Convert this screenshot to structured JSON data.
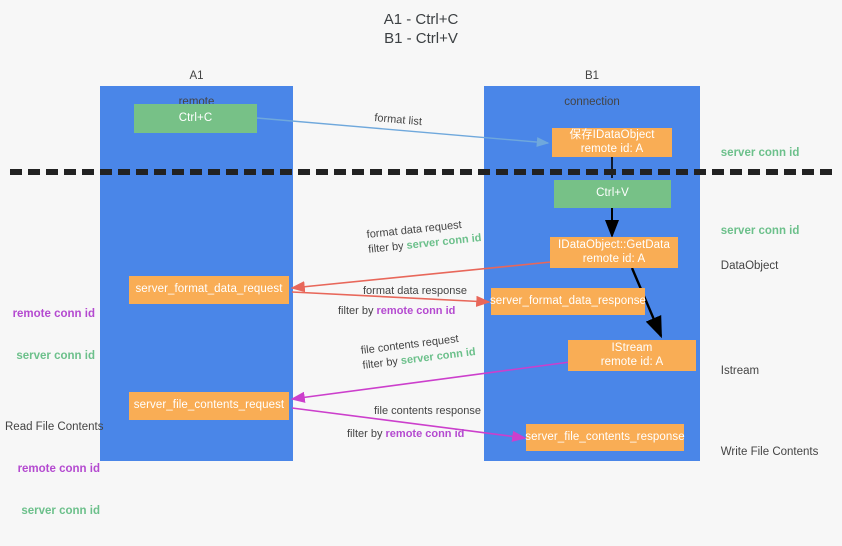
{
  "title": "A1 - Ctrl+C\nB1 - Ctrl+V",
  "colors": {
    "lane": "#4a86e8",
    "green_box": "#77c187",
    "orange_box": "#f9ad55",
    "server_conn": "#6cc08b",
    "remote_conn": "#b44ad0",
    "red_arrow": "#e8675a",
    "magenta_arrow": "#cc3fcc",
    "blue_arrow": "#6fa8dc",
    "black_arrow": "#000000",
    "background": "#f7f7f7"
  },
  "lanes": [
    {
      "id": "a1",
      "title": "A1",
      "subtitle": "remote"
    },
    {
      "id": "b1",
      "title": "B1",
      "subtitle": "connection"
    }
  ],
  "boxes": [
    {
      "id": "ctrl-c",
      "lane": "a1",
      "style": "green",
      "line1": "Ctrl+C",
      "line2": ""
    },
    {
      "id": "save-idataobject",
      "lane": "b1",
      "style": "orange",
      "line1": "保存IDataObject",
      "line2": "remote id: A"
    },
    {
      "id": "ctrl-v",
      "lane": "b1",
      "style": "green",
      "line1": "Ctrl+V",
      "line2": ""
    },
    {
      "id": "idataobject-getdata",
      "lane": "b1",
      "style": "orange",
      "line1": "IDataObject::GetData",
      "line2": "remote id: A"
    },
    {
      "id": "server-format-data-request",
      "lane": "a1",
      "style": "orange",
      "line1": "server_format_data_request",
      "line2": ""
    },
    {
      "id": "server-format-data-response",
      "lane": "b1",
      "style": "orange",
      "line1": "server_format_data_response",
      "line2": ""
    },
    {
      "id": "istream",
      "lane": "b1",
      "style": "orange",
      "line1": "IStream",
      "line2": "remote id: A"
    },
    {
      "id": "server-file-contents-request",
      "lane": "a1",
      "style": "orange",
      "line1": "server_file_contents_request",
      "line2": ""
    },
    {
      "id": "server-file-contents-response",
      "lane": "b1",
      "style": "orange",
      "line1": "server_file_contents_response",
      "line2": ""
    }
  ],
  "edge_labels": {
    "format_list": "format list",
    "format_data_request": "format data request",
    "format_data_request_filter_prefix": "filter by ",
    "format_data_request_filter_key": "server conn id",
    "format_data_response": "format data response",
    "format_data_response_filter_prefix": "filter by ",
    "format_data_response_filter_key": "remote conn id",
    "file_contents_request": "file contents request",
    "file_contents_request_filter_prefix": "filter by ",
    "file_contents_request_filter_key": "server conn id",
    "file_contents_response": "file contents response",
    "file_contents_response_filter_prefix": "filter by ",
    "file_contents_response_filter_key": "remote conn id"
  },
  "right_annotations": [
    {
      "id": "server-conn-id-top",
      "text": "server conn id",
      "style": "green"
    },
    {
      "id": "server-conn-id-second",
      "text": "server conn id",
      "style": "green"
    },
    {
      "id": "dataobject",
      "text": "DataObject",
      "style": "plain"
    },
    {
      "id": "istream",
      "text": "Istream",
      "style": "plain"
    },
    {
      "id": "write-file-contents",
      "text": "Write File Contents",
      "style": "plain"
    }
  ],
  "left_annotations": [
    {
      "id": "format-conn-ids",
      "line1": "remote conn id",
      "line2": "server conn id",
      "heading": ""
    },
    {
      "id": "read-file-contents",
      "line1": "remote conn id",
      "line2": "server conn id",
      "heading": "Read File Contents"
    }
  ]
}
